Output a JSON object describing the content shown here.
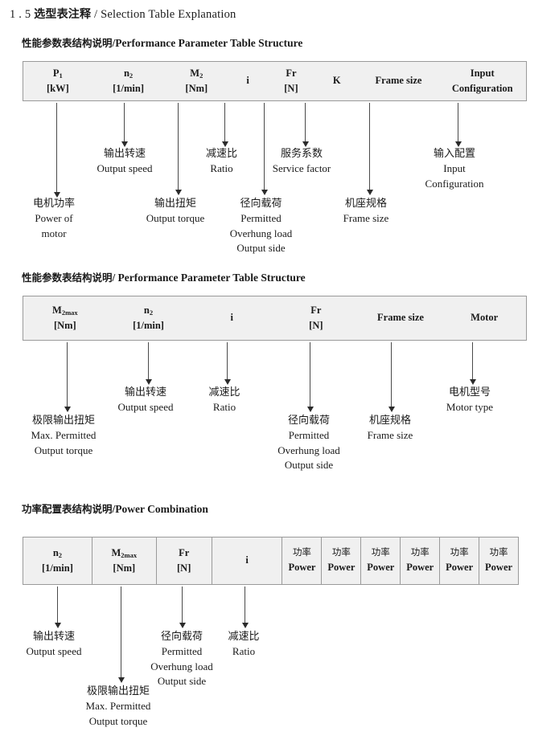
{
  "page": {
    "title_number": "1 . 5",
    "title_cn": "选型表注释",
    "title_sep": "/",
    "title_en": "Selection Table Explanation"
  },
  "sections": [
    {
      "heading_cn": "性能参数表结构说明",
      "heading_sep": "/",
      "heading_en": "Performance Parameter Table Structure",
      "columns": [
        {
          "sym": "P",
          "sub": "1",
          "unit": "[kW]"
        },
        {
          "sym": "n",
          "sub": "2",
          "unit": "[1/min]"
        },
        {
          "sym": "M",
          "sub": "2",
          "unit": "[Nm]"
        },
        {
          "sym": "i",
          "sub": "",
          "unit": ""
        },
        {
          "sym": "Fr",
          "sub": "",
          "unit": "[N]"
        },
        {
          "sym": "K",
          "sub": "",
          "unit": ""
        },
        {
          "sym": "Frame size",
          "sub": "",
          "unit": ""
        },
        {
          "sym": "Input",
          "sub": "",
          "unit": "Configuration"
        }
      ],
      "labels": [
        {
          "cn": "电机功率",
          "en": [
            "Power of",
            "motor"
          ]
        },
        {
          "cn": "输出转速",
          "en": [
            "Output speed"
          ]
        },
        {
          "cn": "输出扭矩",
          "en": [
            "Output torque"
          ]
        },
        {
          "cn": "减速比",
          "en": [
            "Ratio"
          ]
        },
        {
          "cn": "径向载荷",
          "en": [
            "Permitted",
            "Overhung load",
            "Output side"
          ]
        },
        {
          "cn": "服务系数",
          "en": [
            "Service factor"
          ]
        },
        {
          "cn": "机座规格",
          "en": [
            "Frame size"
          ]
        },
        {
          "cn": "输入配置",
          "en": [
            "Input",
            "Configuration"
          ]
        }
      ]
    },
    {
      "heading_cn": "性能参数表结构说明",
      "heading_sep": "/",
      "heading_en": "Performance Parameter Table Structure",
      "columns": [
        {
          "sym": "M",
          "sub": "2max",
          "unit": "[Nm]"
        },
        {
          "sym": "n",
          "sub": "2",
          "unit": "[1/min]"
        },
        {
          "sym": "i",
          "sub": "",
          "unit": ""
        },
        {
          "sym": "Fr",
          "sub": "",
          "unit": "[N]"
        },
        {
          "sym": "Frame size",
          "sub": "",
          "unit": ""
        },
        {
          "sym": "Motor",
          "sub": "",
          "unit": ""
        }
      ],
      "labels": [
        {
          "cn": "极限输出扭矩",
          "en": [
            "Max. Permitted",
            "Output  torque"
          ]
        },
        {
          "cn": "输出转速",
          "en": [
            "Output speed"
          ]
        },
        {
          "cn": "减速比",
          "en": [
            "Ratio"
          ]
        },
        {
          "cn": "径向载荷",
          "en": [
            "Permitted",
            "Overhung load",
            "Output side"
          ]
        },
        {
          "cn": "机座规格",
          "en": [
            "Frame size"
          ]
        },
        {
          "cn": "电机型号",
          "en": [
            "Motor type"
          ]
        }
      ]
    },
    {
      "heading_cn": "功率配置表结构说明",
      "heading_sep": "/",
      "heading_en": "Power Combination",
      "columns": [
        {
          "sym": "n",
          "sub": "2",
          "unit": "[1/min]"
        },
        {
          "sym": "M",
          "sub": "2max",
          "unit": "[Nm]"
        },
        {
          "sym": "Fr",
          "sub": "",
          "unit": "[N]"
        },
        {
          "sym": "i",
          "sub": "",
          "unit": ""
        },
        {
          "cn": "功率",
          "unit": "Power"
        },
        {
          "cn": "功率",
          "unit": "Power"
        },
        {
          "cn": "功率",
          "unit": "Power"
        },
        {
          "cn": "功率",
          "unit": "Power"
        },
        {
          "cn": "功率",
          "unit": "Power"
        },
        {
          "cn": "功率",
          "unit": "Power"
        }
      ],
      "labels": [
        {
          "cn": "输出转速",
          "en": [
            "Output speed"
          ]
        },
        {
          "cn": "极限输出扭矩",
          "en": [
            "Max. Permitted",
            "Output  torque"
          ]
        },
        {
          "cn": "径向载荷",
          "en": [
            "Permitted",
            "Overhung load",
            "Output side"
          ]
        },
        {
          "cn": "减速比",
          "en": [
            "Ratio"
          ]
        }
      ]
    }
  ]
}
